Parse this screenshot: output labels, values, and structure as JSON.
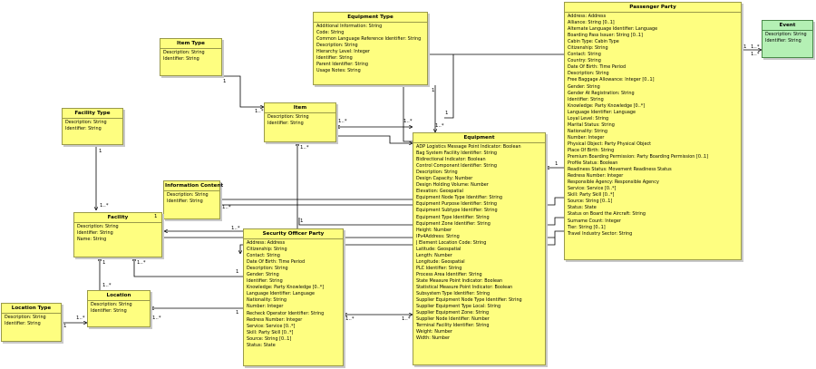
{
  "classes": {
    "equipment_type": {
      "name": "Equipment Type",
      "attributes": [
        "Additional Information: String",
        "Code: String",
        "Common Language Reference Identifier: String",
        "Description: String",
        "Hierarchy Level: Integer",
        "Identifier: String",
        "Parent Identifier: String",
        "Usage Notes: String"
      ]
    },
    "item_type": {
      "name": "Item Type",
      "attributes": [
        "Description: String",
        "Identifier: String"
      ]
    },
    "item": {
      "name": "Item",
      "attributes": [
        "Description: String",
        "Identifier: String"
      ]
    },
    "facility_type": {
      "name": "Facility Type",
      "attributes": [
        "Description: String",
        "Identifier: String"
      ]
    },
    "information_content": {
      "name": "Information Content",
      "attributes": [
        "Description: String",
        "Identifier: String"
      ]
    },
    "facility": {
      "name": "Facility",
      "attributes": [
        "Description: String",
        "Identifier: String",
        "Name: String"
      ]
    },
    "location_type": {
      "name": "Location Type",
      "attributes": [
        "Description: String",
        "Identifier: String"
      ]
    },
    "location": {
      "name": "Location",
      "attributes": [
        "Description: String",
        "Identifier: String"
      ]
    },
    "event": {
      "name": "Event",
      "attributes": [
        "Description: String",
        "Identifier: String"
      ]
    },
    "security_officer_party": {
      "name": "Security Officer Party",
      "attributes": [
        "Address: Address",
        "Citizenship: String",
        "Contact: String",
        "Date Of Birth: Time Period",
        "Description: String",
        "Gender: String",
        "Identifier: String",
        "Knowledge: Party Knowledge [0..*]",
        "Language Identifier: Language",
        "Nationality: String",
        "Number: Integer",
        "Recheck Operator Identifier: String",
        "Redress Number: Integer",
        "Service: Service [0..*]",
        "Skill: Party Skill [0..*]",
        "Source: String [0..1]",
        "Status: State"
      ]
    },
    "equipment": {
      "name": "Equipment",
      "attributes": [
        "ADP Logistics Message Point Indicator: Boolean",
        "Bag System Facility Identifier: String",
        "Bidirectional Indicator: Boolean",
        "Control Component Identifier: String",
        "Description: String",
        "Design Capacity: Number",
        "Design Holding Volume: Number",
        "Elevation: Geospatial",
        "Equipment Node Type Identifier: String",
        "Equipment Purpose Identifier: String",
        "Equipment Subtype Identifier: String",
        "Equipment Type Identifier: String",
        "Equipment Zone Identifier: String",
        "Height: Number",
        "IPv4Address: String",
        "J Element Location Code: String",
        "Latitude: Geospatial",
        "Length: Number",
        "Longitude: Geospatial",
        "PLC Identifier: String",
        "Process Area Identifier: String",
        "State Measure Point Indicator: Boolean",
        "Statistical Measure Point Indicator: Boolean",
        "Subsystem Type Identifier: String",
        "Supplier Equipment Node Type Identifier: String",
        "Supplier Equipment Type Local: String",
        "Supplier Equipment Zone: String",
        "Supplier Node Identifier: Number",
        "Terminal Facility Identifier: String",
        "Weight: Number",
        "Width: Number"
      ]
    },
    "passenger_party": {
      "name": "Passenger Party",
      "attributes": [
        "Address: Address",
        "Alliance: String [0..1]",
        "Alternate Language Identifier: Language",
        "Boarding Pass Issuer: String [0..1]",
        "Cabin Type: Cabin Type",
        "Citizenship: String",
        "Contact: String",
        "Country: String",
        "Date Of Birth: Time Period",
        "Description: String",
        "Free Baggage Allowance: Integer [0..1]",
        "Gender: String",
        "Gender At Registration: String",
        "Identifier: String",
        "Knowledge: Party Knowledge [0..*]",
        "Language Identifier: Language",
        "Loyal Level: String",
        "Marital Status: String",
        "Nationality: String",
        "Number: Integer",
        "Physical Object: Party Physical Object",
        "Place Of Birth: String",
        "Premium Boarding Permission: Party Boarding Permission [0..1]",
        "Profile Status: Boolean",
        "Readiness Status: Movement Readiness Status",
        "Redress Number: Integer",
        "Responsible Agency: Responsible Agency",
        "Service: Service [0..*]",
        "Skill: Party Skill [0..*]",
        "Source: String [0..1]",
        "Status: State",
        "Status on Board the Aircraft: String",
        "Surname Count: Integer",
        "Tier: String [0..1]",
        "Travel Industry Sector: String"
      ]
    }
  },
  "multiplicities": {
    "itemtype_item_src": "1",
    "itemtype_item_dst": "1..*",
    "equiptype_equip_src": "1",
    "equiptype_equip_dst": "1..*",
    "item_equip_src": "1..*",
    "item_equip_dst": "1..*",
    "factype_fac_src": "1",
    "factype_fac_dst": "1..*",
    "info_fac_src": "1",
    "info_fac_dst": "1..*",
    "sec_item_src": "1",
    "sec_item_dst": "1..*",
    "loctype_loc_src": "1",
    "loctype_loc_dst": "1..*",
    "loc_fac_src": "1..*",
    "loc_fac_dst": "1",
    "sec_loc_src": "1",
    "sec_loc_dst": "1..*",
    "sec_equip_src": "1..*",
    "sec_equip_dst": "1..*",
    "event_src": "1",
    "event_dst": "1..*",
    "event_dst2": "1..*",
    "sec_fac_src": "1",
    "sec_fac_dst": "1..*",
    "pp_equip_src": "1",
    "pp_item_src": "1",
    "info_equip": "1..*"
  }
}
